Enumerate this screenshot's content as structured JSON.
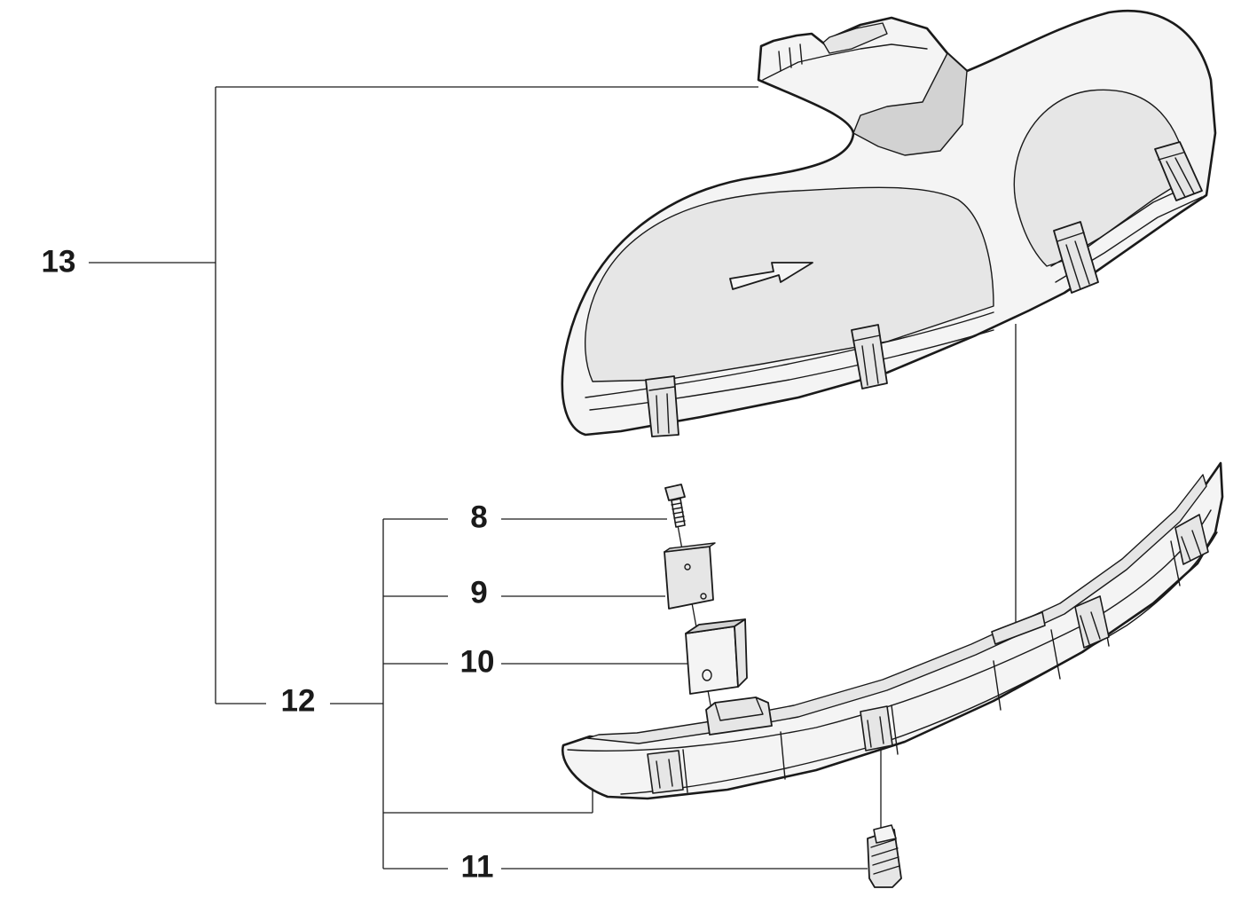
{
  "callouts": {
    "c8": "8",
    "c9": "9",
    "c10": "10",
    "c11": "11",
    "c12": "12",
    "c13": "13"
  }
}
